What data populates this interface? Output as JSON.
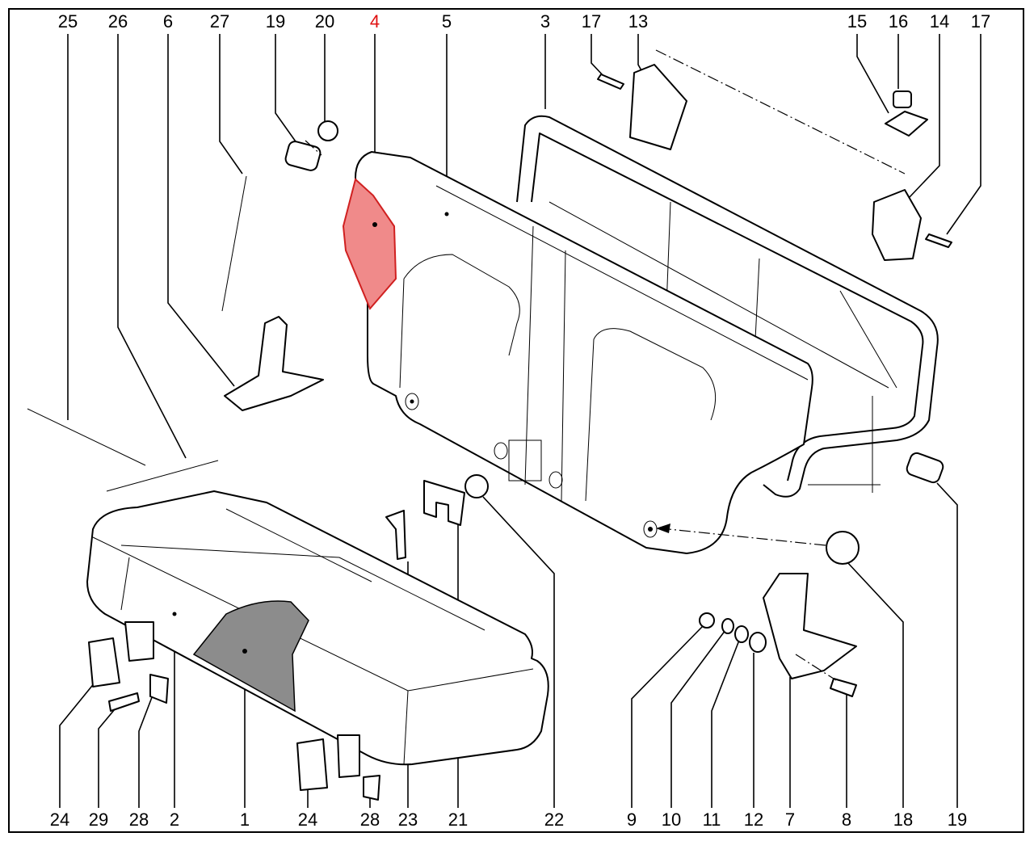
{
  "diagram": {
    "top_callouts": [
      "25",
      "26",
      "6",
      "27",
      "19",
      "20",
      "4",
      "5",
      "3",
      "17",
      "13",
      "15",
      "16",
      "14",
      "17"
    ],
    "bottom_callouts": [
      "24",
      "29",
      "28",
      "2",
      "1",
      "24",
      "28",
      "23",
      "21",
      "22",
      "9",
      "10",
      "11",
      "12",
      "7",
      "8",
      "18",
      "19"
    ],
    "highlighted_part": "4",
    "colors": {
      "highlight_label": "#e01010",
      "highlight_fill": "#f08a8a",
      "cushion_fill": "#8c8c8c",
      "outline": "#000000"
    }
  }
}
